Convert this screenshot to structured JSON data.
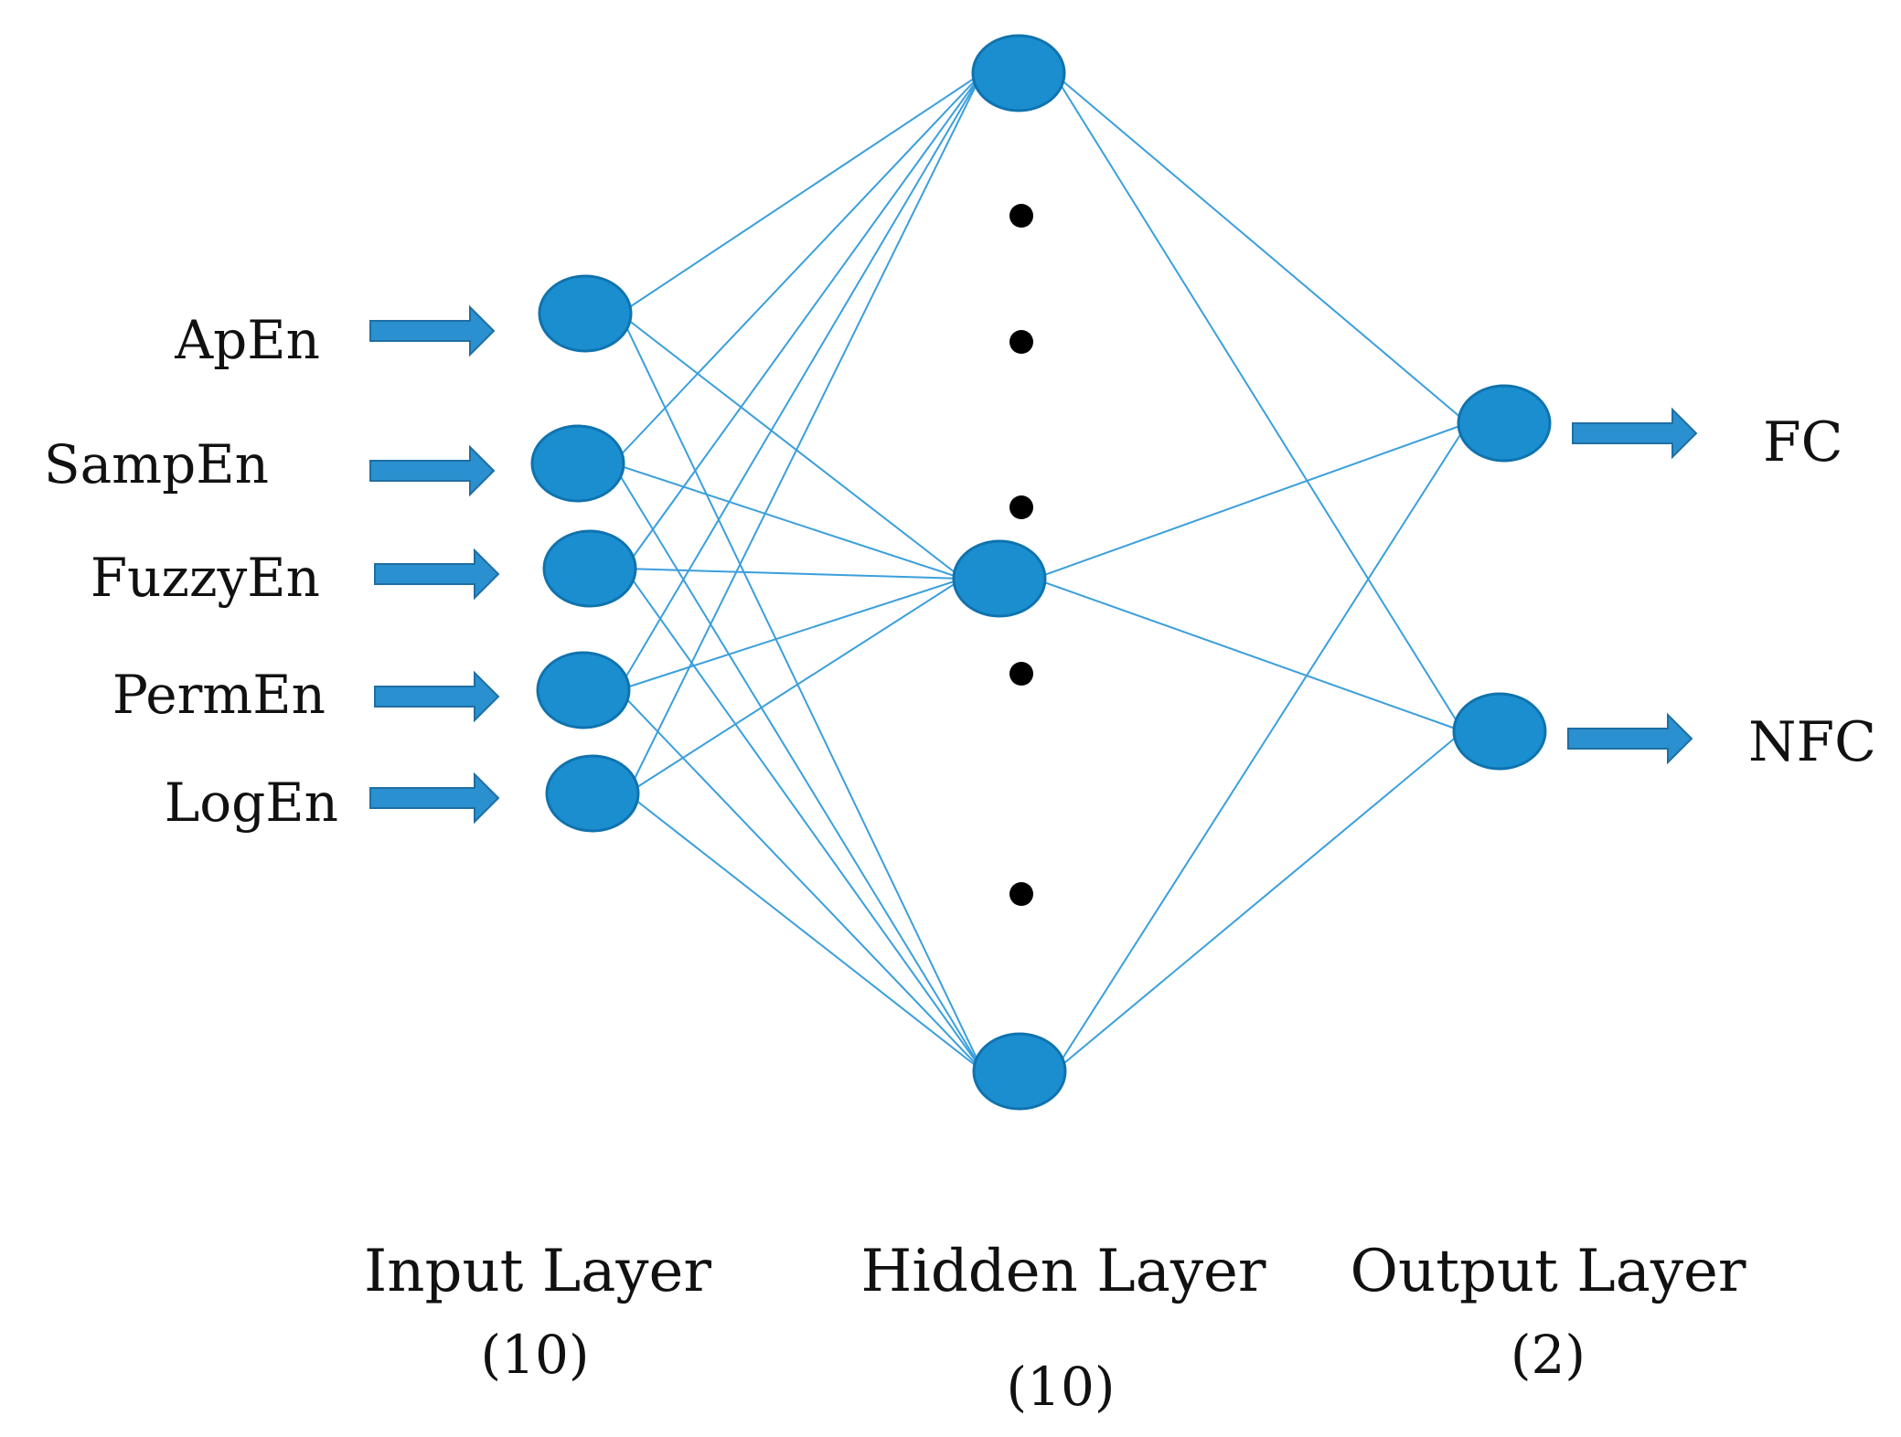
{
  "colors": {
    "node_fill": "#1b8ed0",
    "node_stroke": "#0f73ae",
    "edge": "#3a9fdc",
    "arrow": "#2a90cf",
    "dot": "#000000",
    "text": "#111111"
  },
  "inputs": [
    {
      "label": "ApEn"
    },
    {
      "label": "SampEn"
    },
    {
      "label": "FuzzyEn"
    },
    {
      "label": "PermEn"
    },
    {
      "label": "LogEn"
    }
  ],
  "outputs": [
    {
      "label": "FC"
    },
    {
      "label": "NFC"
    }
  ],
  "layers": {
    "input": {
      "title": "Input Layer",
      "count": "(10)"
    },
    "hidden": {
      "title": "Hidden Layer",
      "count": "(10)"
    },
    "output": {
      "title": "Output Layer",
      "count": "(2)"
    }
  },
  "icons": {
    "node": "circle-node-icon",
    "arrow": "right-arrow-icon",
    "ellipsis": "dot-icon"
  }
}
